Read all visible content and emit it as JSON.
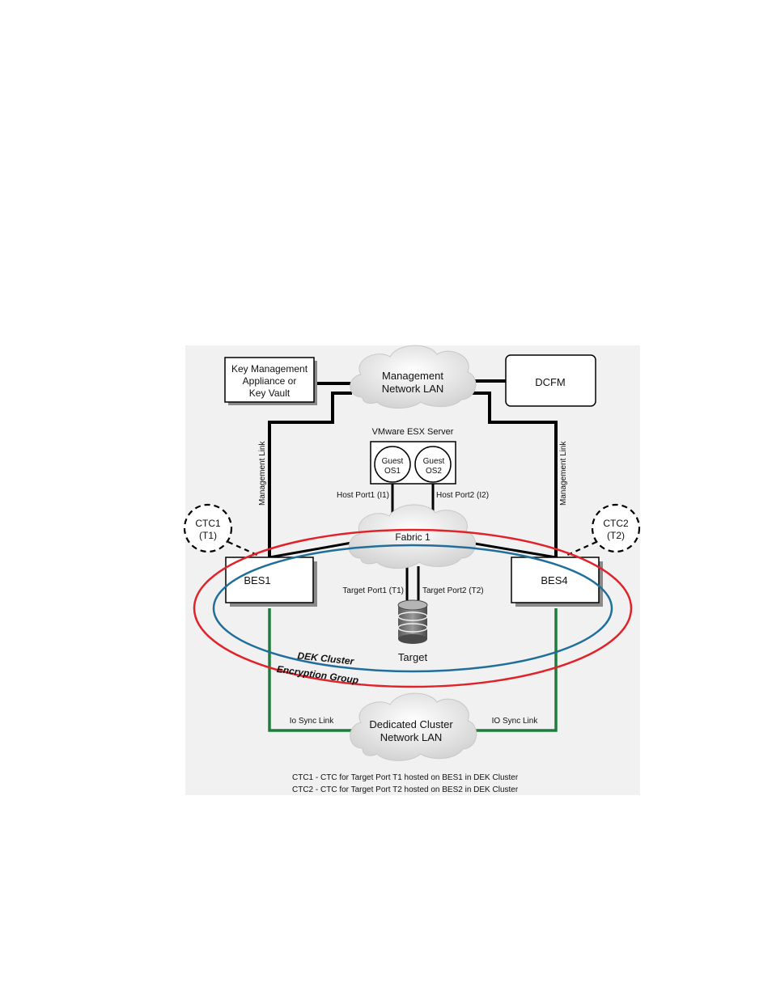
{
  "nodes": {
    "key_mgmt": {
      "line1": "Key Management",
      "line2": "Appliance or",
      "line3": "Key Vault"
    },
    "mgmt_lan": {
      "line1": "Management",
      "line2": "Network LAN"
    },
    "dcfm": {
      "label": "DCFM"
    },
    "esx": {
      "title": "VMware ESX Server",
      "guest1": {
        "line1": "Guest",
        "line2": "OS1"
      },
      "guest2": {
        "line1": "Guest",
        "line2": "OS2"
      }
    },
    "fabric": {
      "label": "Fabric 1"
    },
    "ctc1": {
      "line1": "CTC1",
      "line2": "(T1)"
    },
    "ctc2": {
      "line1": "CTC2",
      "line2": "(T2)"
    },
    "bes1": {
      "label": "BES1"
    },
    "bes4": {
      "label": "BES4"
    },
    "target": {
      "label": "Target"
    },
    "cluster_lan": {
      "line1": "Dedicated Cluster",
      "line2": "Network LAN"
    }
  },
  "links": {
    "mgmt_link_left": "Management Link",
    "mgmt_link_right": "Management Link",
    "host_port1": "Host Port1 (I1)",
    "host_port2": "Host Port2 (I2)",
    "target_port1": "Target Port1 (T1)",
    "target_port2": "Target Port2 (T2)",
    "io_sync_left": "Io Sync Link",
    "io_sync_right": "IO Sync Link"
  },
  "groups": {
    "dek_cluster": "DEK Cluster",
    "encryption_group": "Encryption Group"
  },
  "footnotes": [
    "CTC1 - CTC for Target Port T1 hosted on BES1 in DEK Cluster",
    "CTC2 - CTC for Target Port T2 hosted on BES2 in DEK Cluster"
  ],
  "colors": {
    "panel_bg": "#f1f1f1",
    "link": "#000000",
    "io_sync": "#1e7d3c",
    "dek_cluster": "#1f6f9a",
    "encryption_group": "#e0222a",
    "cloud_fill": "#ececec"
  }
}
